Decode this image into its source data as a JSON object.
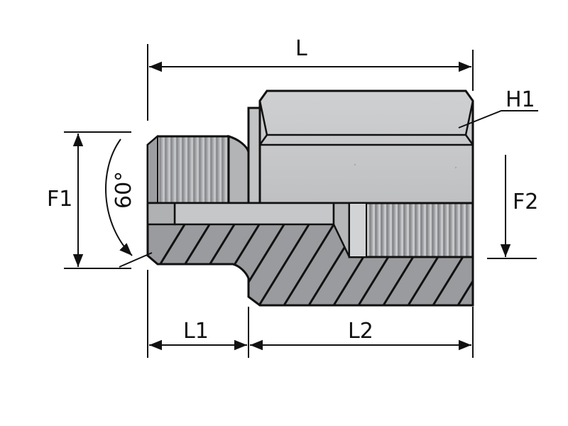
{
  "labels": {
    "overall_length": "L",
    "hex_size": "H1",
    "male_thread": "F1",
    "female_thread": "F2",
    "male_length": "L1",
    "female_length": "L2",
    "angle": "60°"
  },
  "colors": {
    "line": "#111111",
    "body_light": "#c9cacc",
    "body_mid": "#b8b9bb",
    "section": "#9a9b9e",
    "thread_dark": "#8e8f92",
    "thread_light": "#d6d7d9",
    "background": "#ffffff"
  }
}
